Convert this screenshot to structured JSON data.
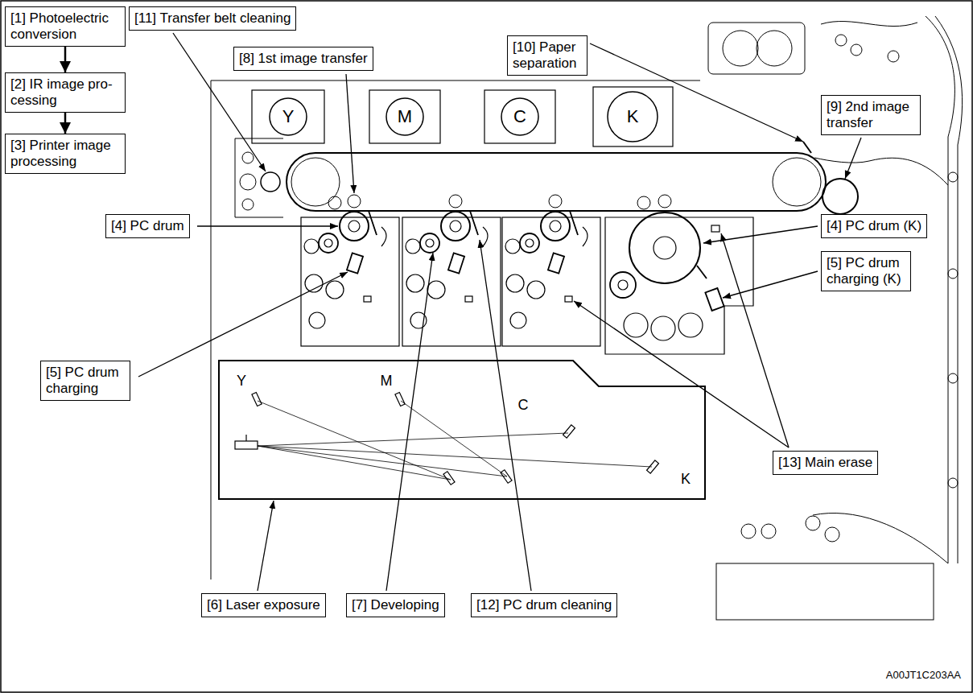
{
  "diagram": {
    "nodes": [
      {
        "text": [
          "[1] Photoelectric conversion"
        ]
      },
      {
        "text": [
          "[2] IR image pro- cessing"
        ]
      },
      {
        "text": [
          "[3] Printer image processing"
        ]
      },
      {
        "text": [
          "[11] Transfer belt cleaning"
        ]
      },
      {
        "text": [
          "[8] 1st image transfer"
        ]
      },
      {
        "text": [
          "[10] Paper separation"
        ]
      },
      {
        "text": [
          "[9] 2nd image transfer"
        ]
      },
      {
        "text": [
          "Y"
        ]
      },
      {
        "text": [
          "M"
        ]
      },
      {
        "text": [
          "C"
        ]
      },
      {
        "text": [
          "K"
        ]
      },
      {
        "text": [
          "[4] PC drum"
        ]
      },
      {
        "text": [
          "[4] PC drum (K)"
        ]
      },
      {
        "text": [
          "[5] PC drum charging (K)"
        ]
      },
      {
        "text": [
          "[5] PC drum charging"
        ]
      },
      {
        "text": [
          "[13] Main erase"
        ]
      },
      {
        "text": [
          "[6] Laser exposure"
        ]
      },
      {
        "text": [
          "[7] Developing"
        ]
      },
      {
        "text": [
          "[12] PC drum cleaning"
        ]
      }
    ],
    "edges": [
      {
        "from": 0,
        "to": 1,
        "arrow": "to"
      },
      {
        "from": 1,
        "to": 2,
        "arrow": "to"
      }
    ],
    "labels": [
      "Y",
      "M",
      "C",
      "K",
      "A00JT1C203AA"
    ]
  }
}
